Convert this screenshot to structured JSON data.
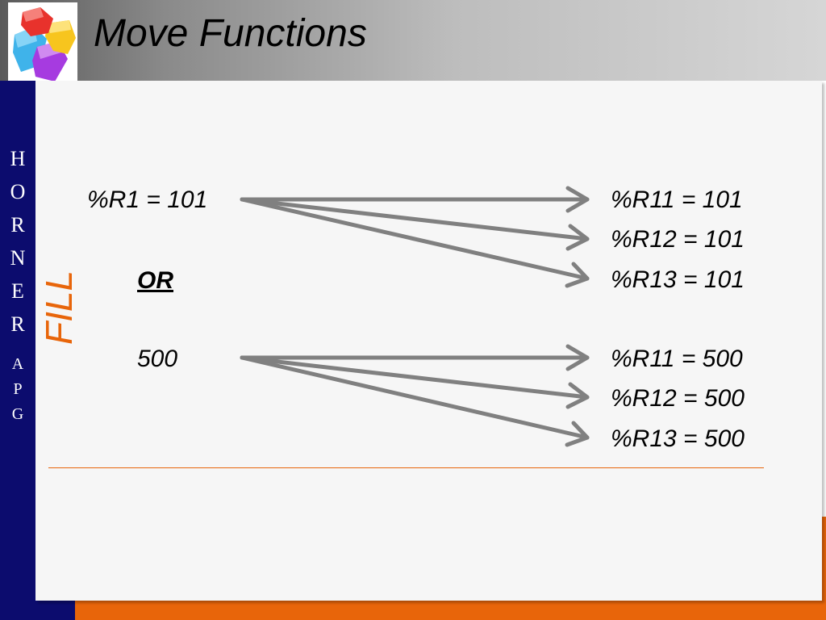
{
  "slide": {
    "title": "Move Functions",
    "brand_letters": [
      "H",
      "O",
      "R",
      "N",
      "E",
      "R"
    ],
    "brand_sub_letters": [
      "A",
      "P",
      "G"
    ],
    "side_label": "FILL",
    "or_label": "OR"
  },
  "fill_example_1": {
    "source": "%R1 = 101",
    "targets": [
      "%R11 = 101",
      "%R12 = 101",
      "%R13 = 101"
    ]
  },
  "fill_example_2": {
    "source": "500",
    "targets": [
      "%R11 = 500",
      "%R12 = 500",
      "%R13 = 500"
    ]
  },
  "colors": {
    "accent_orange": "#e8650a",
    "navy": "#0c0c6e",
    "arrow_gray": "#808080"
  },
  "icons": {
    "logo": "colored-cubes-logo-icon"
  }
}
